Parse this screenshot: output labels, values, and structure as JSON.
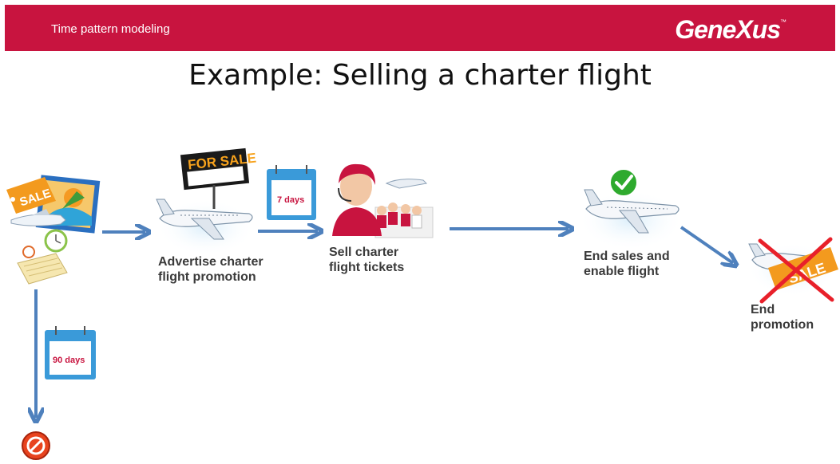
{
  "header": {
    "section_title": "Time pattern modeling",
    "logo_text": "GeneXus",
    "logo_tm": "™"
  },
  "slide_title": "Example: Selling a charter flight",
  "steps": [
    {
      "id": "start",
      "label": "",
      "icon": "sale-poster-with-calendar-icon"
    },
    {
      "id": "advertise",
      "label_lines": [
        "Advertise charter",
        "flight promotion"
      ],
      "icon": "airplane-for-sale-icon",
      "sign_text": "FOR SALE"
    },
    {
      "id": "sell",
      "label_lines": [
        "Sell charter",
        "flight tickets"
      ],
      "icon": "call-center-agents-icon"
    },
    {
      "id": "end_sales",
      "label_lines": [
        "End sales and",
        "enable flight"
      ],
      "icon": "airplane-check-icon"
    },
    {
      "id": "end_promotion",
      "label_lines": [
        "End",
        "promotion"
      ],
      "icon": "airplane-sale-crossed-icon"
    },
    {
      "id": "cancel",
      "label": "",
      "icon": "cancel-prohibited-icon"
    }
  ],
  "timers": [
    {
      "id": "timer-7",
      "text": "7 days"
    },
    {
      "id": "timer-90",
      "text": "90 days"
    }
  ],
  "stickers": {
    "sale": "SALE",
    "sale_crossed": "SALE"
  },
  "colors": {
    "header": "#c8143f",
    "arrow": "#4f81bd",
    "label": "#3a3a3a",
    "check": "#2eaa2e",
    "cross": "#e8202a",
    "sale_tag": "#f39a1e"
  }
}
